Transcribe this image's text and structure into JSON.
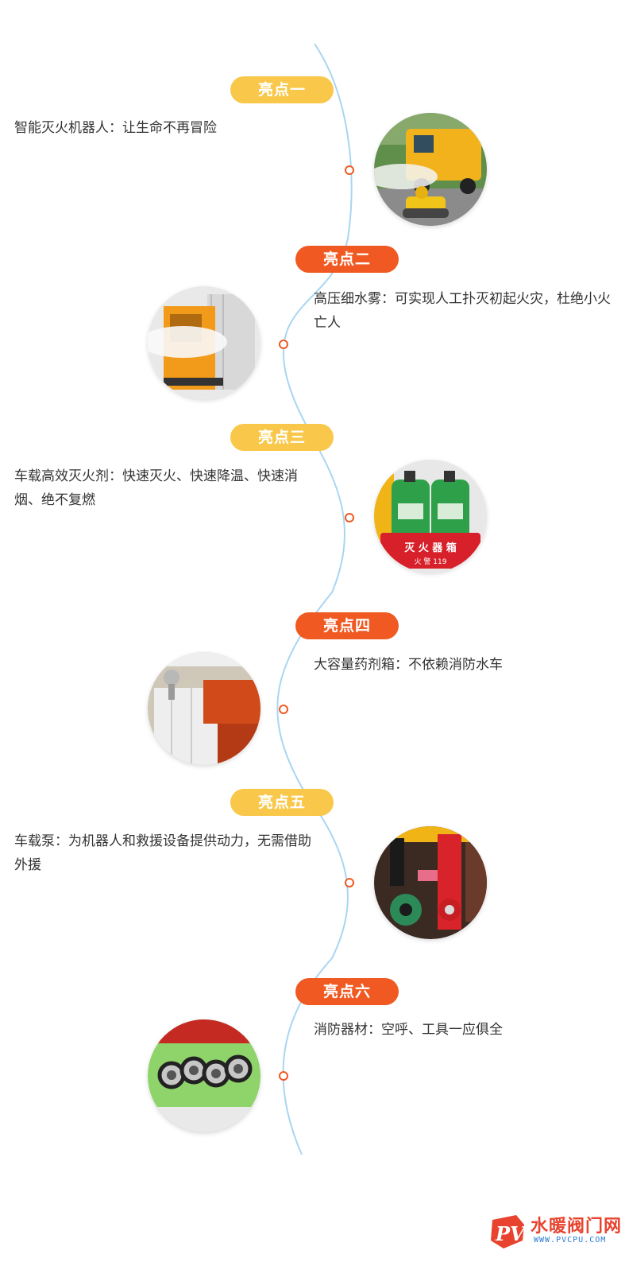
{
  "colors": {
    "line": "#a8d6f0",
    "yellow_pill": "#f9c84a",
    "orange_pill": "#f05a22",
    "dot_border": "#f05a22",
    "text": "#333333"
  },
  "highlights": [
    {
      "badge": "亮点一",
      "text": "智能灭火机器人：让生命不再冒险",
      "photo": "truck-robot-mist-photo"
    },
    {
      "badge": "亮点二",
      "text": "高压细水雾：可实现人工扑灭初起火灾，杜绝小火亡人",
      "photo": "truck-side-mist-photo"
    },
    {
      "badge": "亮点三",
      "text": "车载高效灭火剂：快速灭火、快速降温、快速消烟、绝不复燃",
      "photo": "extinguisher-box-photo",
      "photo_label_main": "灭 火 器 箱",
      "photo_label_sub": "火 警 119"
    },
    {
      "badge": "亮点四",
      "text": "大容量药剂箱：不依赖消防水车",
      "photo": "tank-compartment-photo"
    },
    {
      "badge": "亮点五",
      "text": "车载泵：为机器人和救援设备提供动力，无需借助外援",
      "photo": "pump-valves-photo"
    },
    {
      "badge": "亮点六",
      "text": "消防器材：空呼、工具一应俱全",
      "photo": "hose-couplings-photo"
    }
  ],
  "logo": {
    "title": "水暖阀门网",
    "url": "WWW.PVCPU.COM",
    "mark_text": "PV"
  }
}
